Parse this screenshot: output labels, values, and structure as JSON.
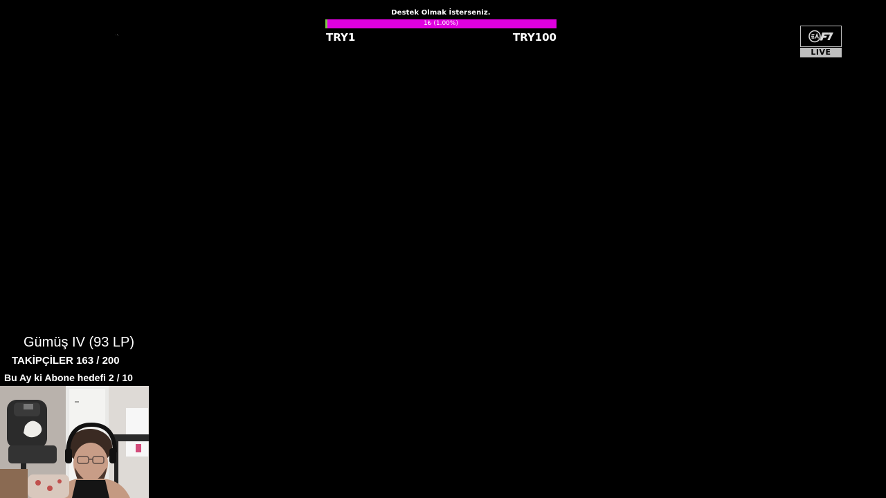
{
  "goal": {
    "title": "Destek Olmak İsterseniz.",
    "progress_text": "1₺ (1.00%)",
    "progress_fraction": 0.01,
    "min_label": "TRY1",
    "max_label": "TRY100",
    "bar_color": "#e000e0",
    "fill_color": "#7ac943"
  },
  "badge": {
    "logo_icon": "ea-fc-logo-icon",
    "label": "LIVE"
  },
  "stats": {
    "rank": "Gümüş IV (93 LP)",
    "followers": "TAKİPÇİLER 163 / 200",
    "subs": "Bu Ay ki Abone hedefi 2 / 10"
  },
  "webcam": {
    "icon": "webcam-feed"
  }
}
